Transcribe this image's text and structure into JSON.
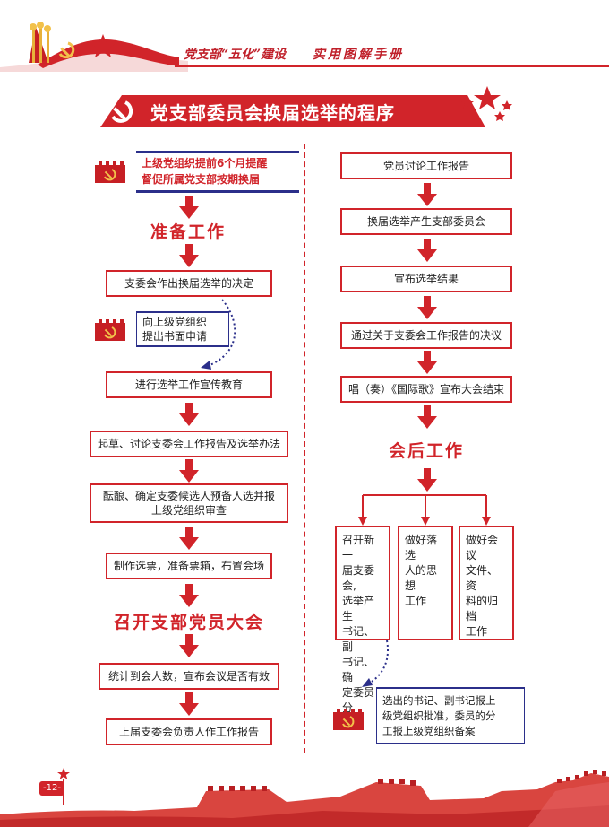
{
  "header": {
    "title": "党支部“五化”建设",
    "highlight": "实用图解手册"
  },
  "banner": {
    "title": "党支部委员会换届选举的程序"
  },
  "left": {
    "intro": "上级党组织提前6个月提醒\n督促所属党支部按期换届",
    "section1": "准备工作",
    "step1": "支委会作出换届选举的决定",
    "note": "向上级党组织\n提出书面申请",
    "step2": "进行选举工作宣传教育",
    "step3": "起草、讨论支委会工作报告及选举办法",
    "step4": "酝酿、确定支委候选人预备人选并报\n上级党组织审查",
    "step5": "制作选票，准备票箱，布置会场",
    "section2": "召开支部党员大会",
    "step6": "统计到会人数，宣布会议是否有效",
    "step7": "上届支委会负责人作工作报告"
  },
  "right": {
    "step1": "党员讨论工作报告",
    "step2": "换届选举产生支部委员会",
    "step3": "宣布选举结果",
    "step4": "通过关于支委会工作报告的决议",
    "step5": "唱（奏）《国际歌》宣布大会结束",
    "section": "会后工作",
    "card1": "召开新一\n届支委会,\n选举产生\n书记、副\n书记、确\n定委员分\n工",
    "card2": "做好落选\n人的思想\n工作",
    "card3": "做好会议\n文件、资\n料的归档\n工作",
    "final": "选出的书记、副书记报上\n级党组织批准，委员的分\n工报上级党组织备案"
  },
  "footer": {
    "page": "-12-"
  },
  "colors": {
    "accent": "#d1242a",
    "note_border": "#2b2f8a"
  },
  "icons": [
    "flag-torch-icon",
    "hammer-sickle-icon",
    "star-icon",
    "shield-icon",
    "arrow-down-icon",
    "great-wall-icon"
  ]
}
